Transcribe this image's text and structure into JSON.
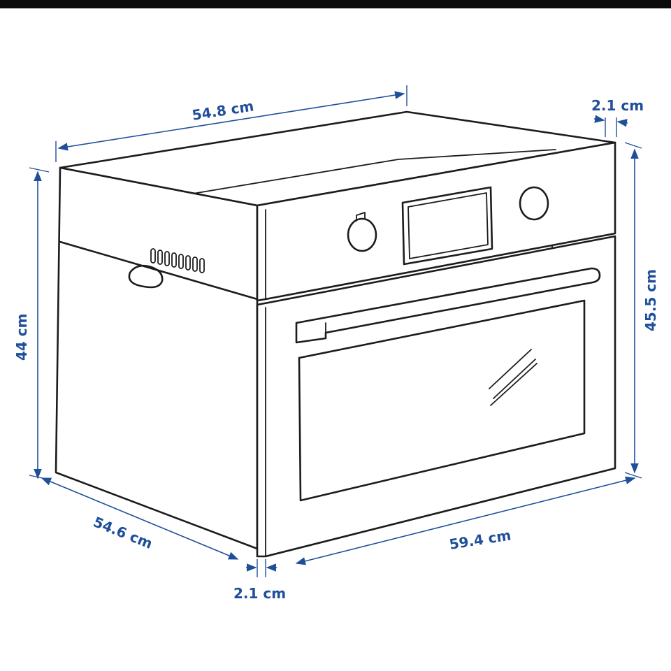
{
  "colors": {
    "dimension": "#1f4f9a",
    "outline": "#1c1c1c",
    "top_bar": "#0a0a0a"
  },
  "dimensions": {
    "top_depth": "54.8 cm",
    "front_thickness_top": "2.1 cm",
    "front_height": "45.5 cm",
    "body_height": "44 cm",
    "bottom_depth": "54.6 cm",
    "front_thickness_bottom": "2.1 cm",
    "front_width": "59.4 cm"
  }
}
